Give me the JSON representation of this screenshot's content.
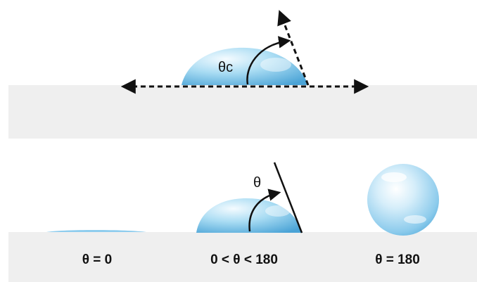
{
  "top": {
    "angle_label": "θc"
  },
  "bottom": {
    "middle_angle_label": "θ",
    "captions": [
      "θ = 0",
      "0 < θ < 180",
      "θ = 180"
    ]
  },
  "colors": {
    "surface": "#efefef",
    "droplet_light": "#dff1fb",
    "droplet_mid": "#8fd0ef",
    "droplet_dark": "#4aa8d8",
    "line": "#111111"
  }
}
